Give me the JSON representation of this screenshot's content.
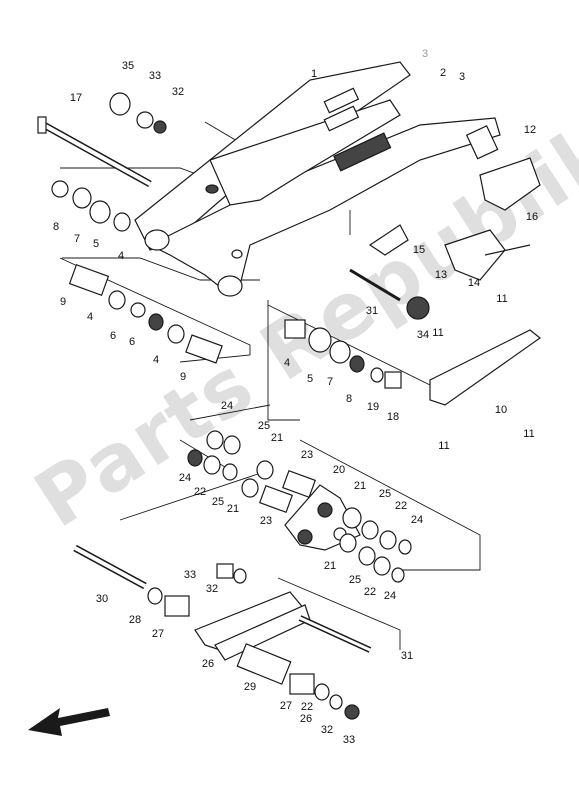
{
  "diagram": {
    "watermark": "Parts Republik",
    "callout_labels": [
      "1",
      "2",
      "3",
      "3",
      "4",
      "4",
      "4",
      "4",
      "5",
      "5",
      "6",
      "6",
      "7",
      "7",
      "8",
      "8",
      "9",
      "9",
      "10",
      "11",
      "11",
      "11",
      "11",
      "12",
      "13",
      "14",
      "15",
      "16",
      "17",
      "18",
      "19",
      "20",
      "21",
      "21",
      "21",
      "21",
      "22",
      "22",
      "22",
      "22",
      "23",
      "23",
      "24",
      "24",
      "24",
      "24",
      "25",
      "25",
      "25",
      "25",
      "26",
      "26",
      "27",
      "27",
      "28",
      "29",
      "30",
      "31",
      "31",
      "32",
      "32",
      "32",
      "33",
      "33",
      "33",
      "34",
      "35"
    ]
  }
}
